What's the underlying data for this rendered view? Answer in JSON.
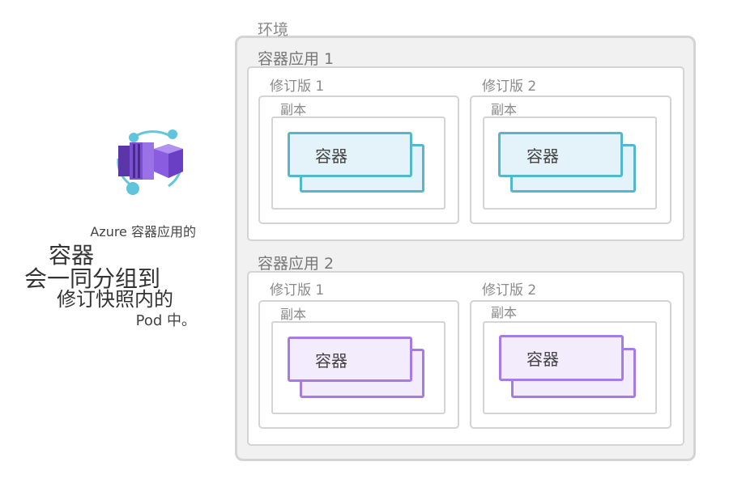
{
  "environment": {
    "label": "环境"
  },
  "apps": [
    {
      "label": "容器应用 1",
      "revisions": [
        {
          "label": "修订版 1",
          "replica_label": "副本",
          "container_label": "容器"
        },
        {
          "label": "修订版 2",
          "replica_label": "副本",
          "container_label": "容器"
        }
      ]
    },
    {
      "label": "容器应用 2",
      "revisions": [
        {
          "label": "修订版 1",
          "replica_label": "副本",
          "container_label": "容器"
        },
        {
          "label": "修订版 2",
          "replica_label": "副本",
          "container_label": "容器"
        }
      ]
    }
  ],
  "description": {
    "line1": "Azure 容器应用的",
    "line2": "容器",
    "line3": "会一同分组到",
    "line4": "修订快照内的",
    "line5": "Pod 中。"
  },
  "icon": {
    "name": "azure-container-apps-icon"
  },
  "colors": {
    "app1_container": "#55b7cf",
    "app2_container": "#a57be6",
    "icon_primary": "#8a5ce0",
    "icon_ring": "#5fc4dc"
  }
}
